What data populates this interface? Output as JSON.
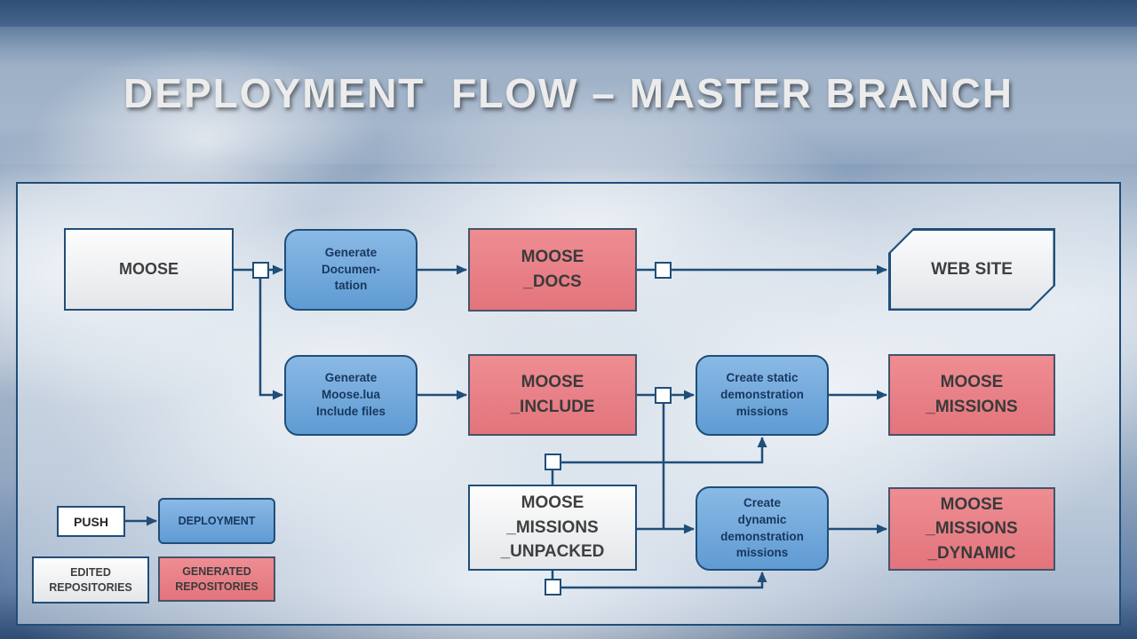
{
  "title": "DEPLOYMENT  FLOW – MASTER BRANCH",
  "colors": {
    "accent_navy": "#1F4E79",
    "process_blue": "#6EA6DC",
    "generated_red": "#E87F86",
    "edited_gray": "#F0F1F3"
  },
  "nodes": {
    "moose": "MOOSE",
    "generate_documentation": "Generate\nDocumen-\ntation",
    "moose_docs": "MOOSE\n_DOCS",
    "web_site": "WEB SITE",
    "generate_include": "Generate\nMoose.lua\nInclude files",
    "moose_include": "MOOSE\n_INCLUDE",
    "create_static": "Create static\ndemonstration\nmissions",
    "moose_missions": "MOOSE\n_MISSIONS",
    "moose_missions_unpacked": "MOOSE\n_MISSIONS\n_UNPACKED",
    "create_dynamic": "Create\ndynamic\ndemonstration\nmissions",
    "moose_missions_dynamic": "MOOSE\n_MISSIONS\n_DYNAMIC"
  },
  "legend": {
    "push": "PUSH",
    "deployment": "DEPLOYMENT",
    "edited_repositories": "EDITED\nREPOSITORIES",
    "generated_repositories": "GENERATED\nREPOSITORIES"
  }
}
